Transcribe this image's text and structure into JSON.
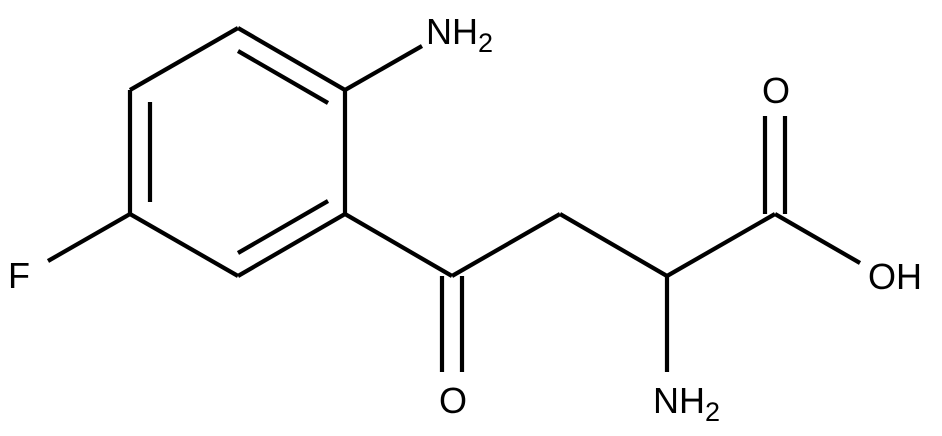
{
  "molecule": {
    "atoms": {
      "amine_top": {
        "element": "N",
        "text": "NH",
        "subscript": "2"
      },
      "fluorine": {
        "element": "F",
        "text": "F"
      },
      "ketone_oxygen": {
        "element": "O",
        "text": "O"
      },
      "alpha_amine": {
        "element": "N",
        "text": "NH",
        "subscript": "2"
      },
      "acid_carbonyl_oxygen": {
        "element": "O",
        "text": "O"
      },
      "acid_hydroxyl": {
        "element": "O",
        "text": "OH"
      }
    },
    "bonds": [
      {
        "from": "C1",
        "to": "C2",
        "order": 2
      },
      {
        "from": "C2",
        "to": "C3",
        "order": 1
      },
      {
        "from": "C3",
        "to": "C4",
        "order": 2
      },
      {
        "from": "C4",
        "to": "C5",
        "order": 1
      },
      {
        "from": "C5",
        "to": "C6",
        "order": 2
      },
      {
        "from": "C6",
        "to": "C1",
        "order": 1
      },
      {
        "from": "C1",
        "to": "amine_top",
        "order": 1
      },
      {
        "from": "C4",
        "to": "fluorine",
        "order": 1
      },
      {
        "from": "C6",
        "to": "C7",
        "order": 1
      },
      {
        "from": "C7",
        "to": "ketone_oxygen",
        "order": 2
      },
      {
        "from": "C7",
        "to": "C8",
        "order": 1
      },
      {
        "from": "C8",
        "to": "C9",
        "order": 1
      },
      {
        "from": "C9",
        "to": "alpha_amine",
        "order": 1
      },
      {
        "from": "C9",
        "to": "C10",
        "order": 1
      },
      {
        "from": "C10",
        "to": "acid_carbonyl_oxygen",
        "order": 2
      },
      {
        "from": "C10",
        "to": "acid_hydroxyl",
        "order": 1
      }
    ]
  }
}
